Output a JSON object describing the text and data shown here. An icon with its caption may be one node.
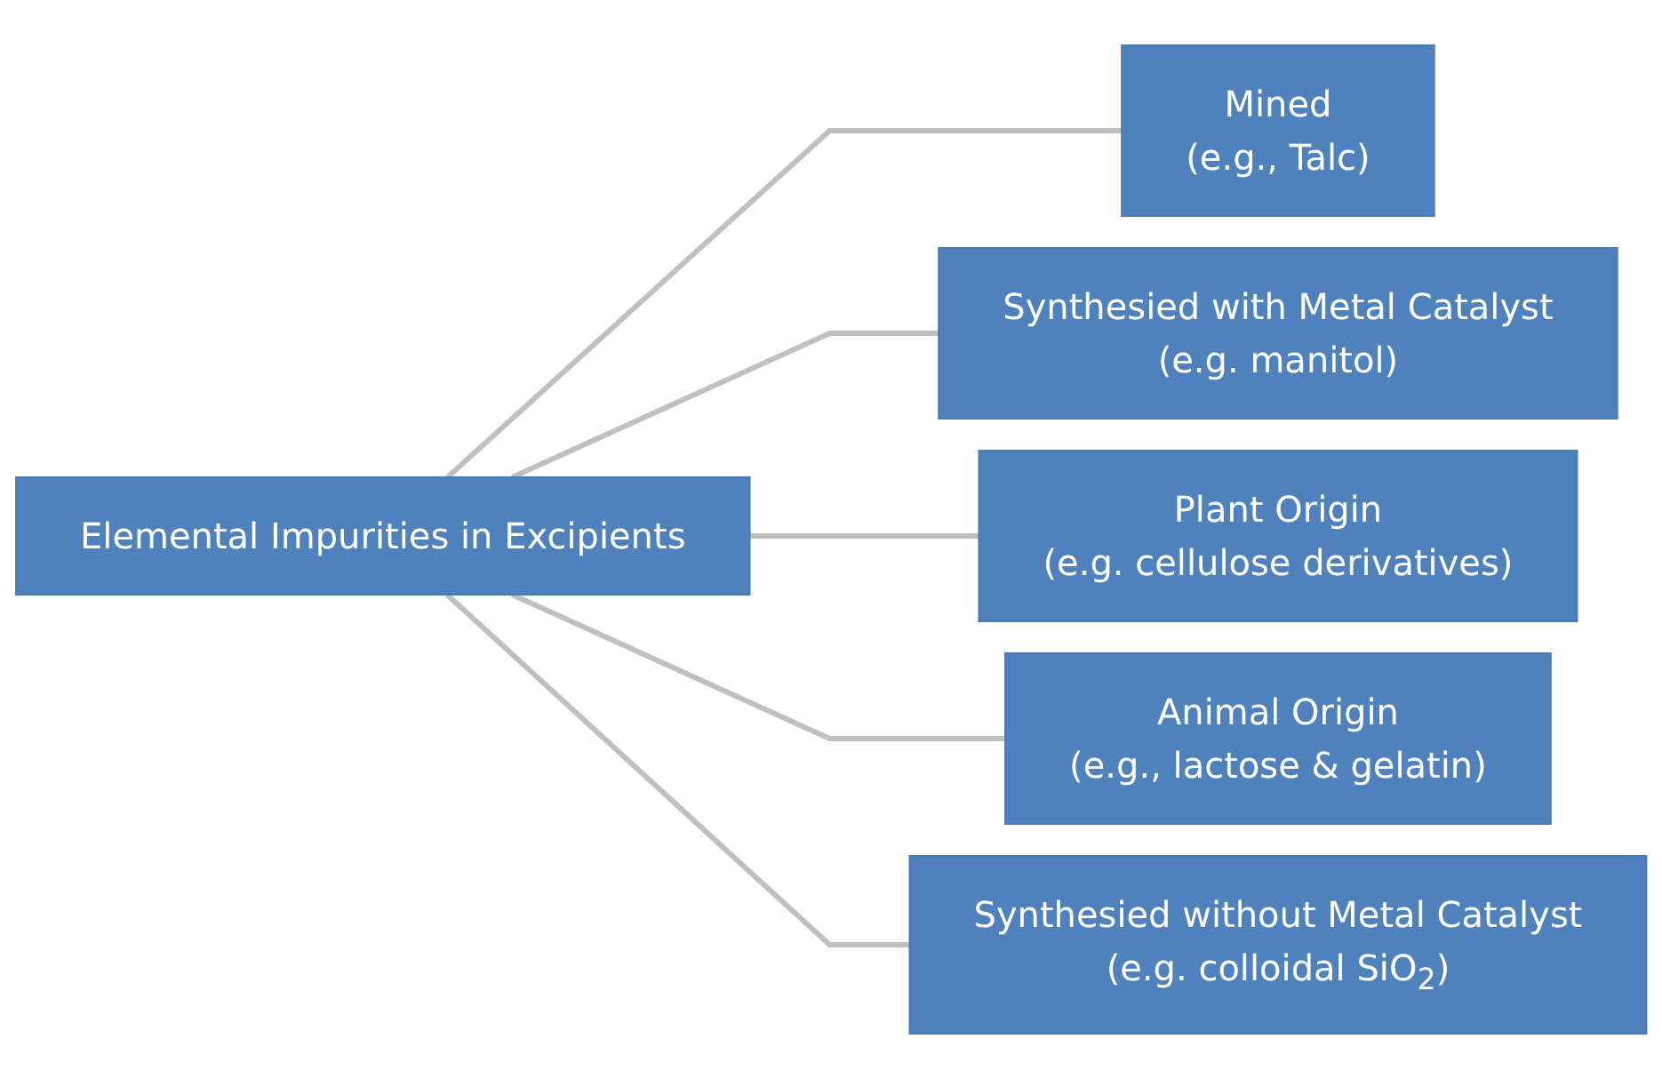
{
  "diagram": {
    "nodes": [
      {
        "text": [
          "Elemental Impurities in Excipients"
        ]
      },
      {
        "text": [
          "Mined",
          "(e.g., Talc)"
        ]
      },
      {
        "text": [
          "Synthesied with Metal Catalyst",
          "(e.g. manitol)"
        ]
      },
      {
        "text": [
          "Plant Origin",
          "(e.g. cellulose derivatives)"
        ]
      },
      {
        "text": [
          "Animal Origin",
          "(e.g., lactose & gelatin)"
        ]
      },
      {
        "text": [
          "Synthesied without Metal Catalyst",
          "(e.g. colloidal SiO$_{2}$)"
        ]
      }
    ],
    "edges": [
      {
        "from": 0,
        "to": 1,
        "arrow": "none"
      },
      {
        "from": 0,
        "to": 2,
        "arrow": "none"
      },
      {
        "from": 0,
        "to": 3,
        "arrow": "none"
      },
      {
        "from": 0,
        "to": 4,
        "arrow": "none"
      },
      {
        "from": 0,
        "to": 5,
        "arrow": "none"
      }
    ]
  }
}
